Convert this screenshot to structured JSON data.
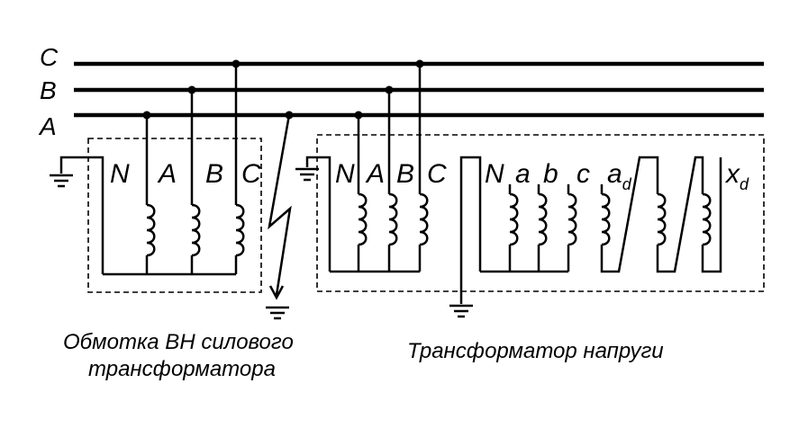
{
  "buses": [
    "C",
    "B",
    "A"
  ],
  "power_transformer": {
    "terminals": [
      "N",
      "A",
      "B",
      "C"
    ],
    "caption_line1": "Обмотка ВН силового",
    "caption_line2": "трансформатора"
  },
  "voltage_transformer": {
    "primary_terminals": [
      "N",
      "A",
      "B",
      "C"
    ],
    "secondary_terminals": [
      "N",
      "a",
      "b",
      "c"
    ],
    "open_delta_start": "a",
    "open_delta_start_sub": "d",
    "open_delta_end": "x",
    "open_delta_end_sub": "d",
    "caption": "Трансформатор напруги"
  }
}
